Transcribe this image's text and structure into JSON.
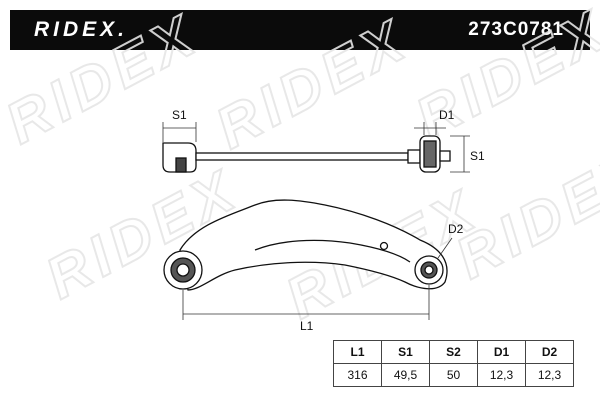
{
  "header": {
    "brand": "RIDEX.",
    "part_number": "273C0781",
    "background": "#0b0b0b",
    "text_color": "#ffffff"
  },
  "watermark": {
    "text": "RIDEX",
    "color": "#e6e6e6"
  },
  "diagram": {
    "top_view_labels": {
      "s1_left": "S1",
      "d1": "D1",
      "s1_right": "S1"
    },
    "main_view_labels": {
      "d2": "D2",
      "l1": "L1"
    }
  },
  "spec_table": {
    "headers": [
      "L1",
      "S1",
      "S2",
      "D1",
      "D2"
    ],
    "values": [
      "316",
      "49,5",
      "50",
      "12,3",
      "12,3"
    ]
  }
}
